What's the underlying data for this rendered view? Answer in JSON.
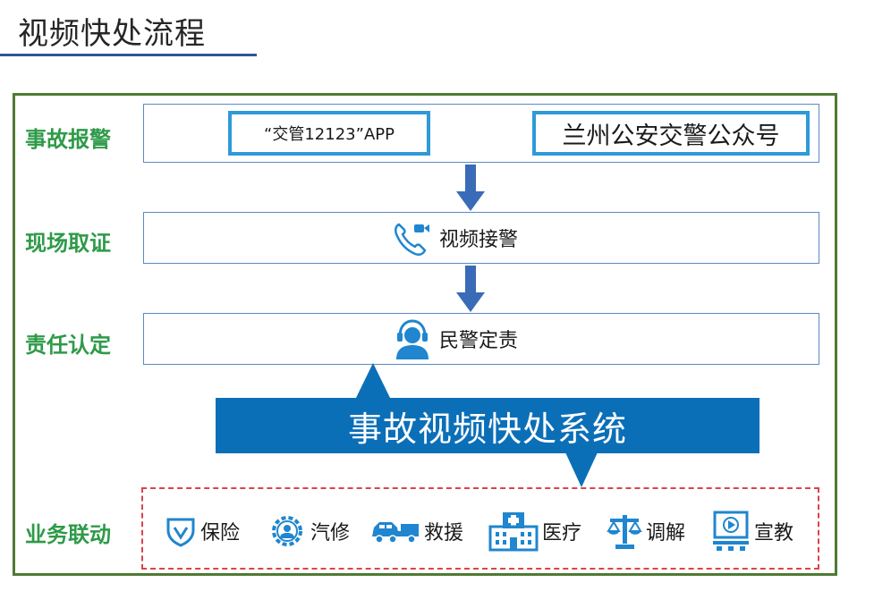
{
  "page_title": "视频快处流程",
  "stages": {
    "report": "事故报警",
    "evidence": "现场取证",
    "liability": "责任认定",
    "linkage": "业务联动"
  },
  "report_channels": {
    "app": "“交管12123”APP",
    "wechat": "兰州公安交警公众号"
  },
  "video_call": "视频接警",
  "police_decision": "民警定责",
  "system_banner": "事故视频快处系统",
  "business": {
    "insurance": "保险",
    "auto_repair": "汽修",
    "rescue": "救援",
    "medical": "医疗",
    "mediation": "调解",
    "education": "宣教"
  },
  "colors": {
    "title_rule": "#2f5597",
    "frame": "#4f7a33",
    "stage_text": "#2e9a48",
    "banner": "#0b6fb8",
    "highlight_border": "#2e9ad8",
    "dashed_border": "#d9444c",
    "arrow": "#3a6bb7",
    "icon_blue": "#1f86cf"
  },
  "icons": [
    "phone-video-icon",
    "headset-person-icon",
    "shield-icon",
    "gear-icon",
    "car-truck-icon",
    "hospital-icon",
    "scales-icon",
    "monitor-play-icon"
  ]
}
